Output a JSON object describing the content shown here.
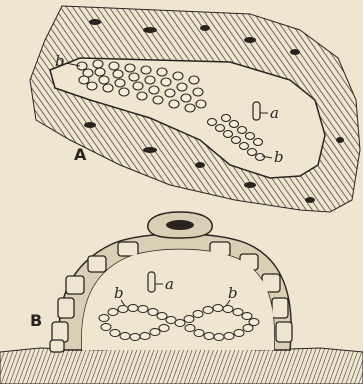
{
  "figure_a": {
    "label": "A",
    "callout_a": "a",
    "callout_b_upper": "b",
    "callout_b_lower": "b"
  },
  "figure_b": {
    "label": "B",
    "callout_a": "a",
    "callout_b_left": "b",
    "callout_b_right": "b"
  },
  "colors": {
    "paper": "#efe6cf",
    "ink": "#2a2420"
  }
}
